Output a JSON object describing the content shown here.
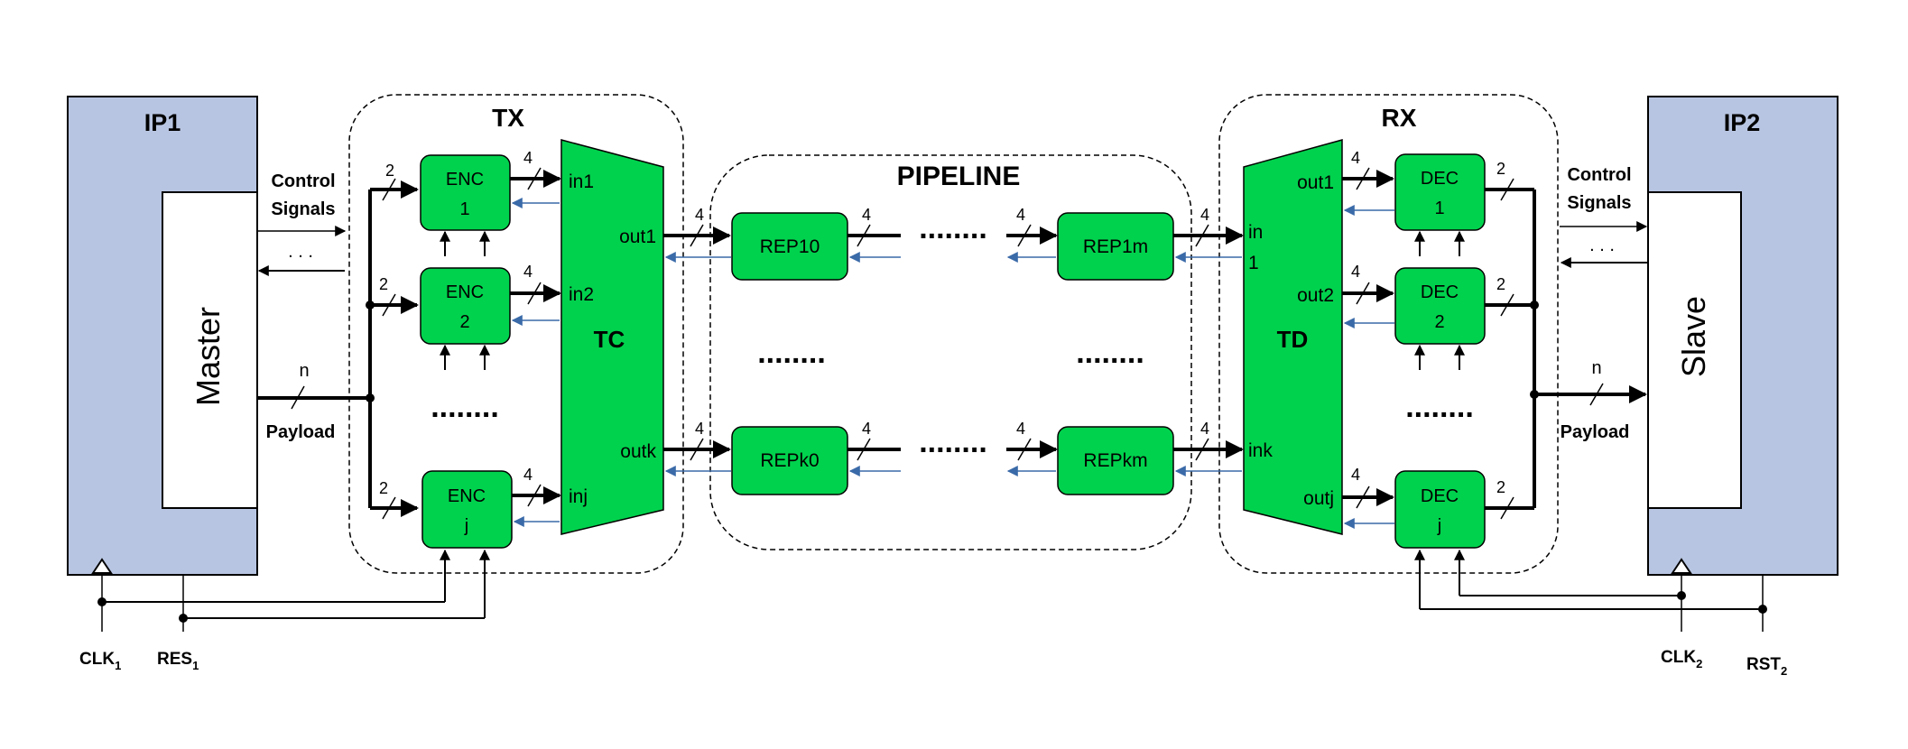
{
  "ip1": {
    "title": "IP1",
    "inner": "Master",
    "clk": "CLK",
    "clk_sub": "1",
    "res": "RES",
    "res_sub": "1"
  },
  "ip2": {
    "title": "IP2",
    "inner": "Slave",
    "clk": "CLK",
    "clk_sub": "2",
    "rst": "RST",
    "rst_sub": "2"
  },
  "signals": {
    "control_1": "Control",
    "control_2": "Signals",
    "ctrl_dots": ". . .",
    "payload": "Payload",
    "n": "n"
  },
  "tx": {
    "title": "TX",
    "tc": "TC",
    "enc": [
      {
        "name": "ENC",
        "idx": "1"
      },
      {
        "name": "ENC",
        "idx": "2"
      },
      {
        "name": "ENC",
        "idx": "j"
      }
    ],
    "in_ports": [
      "in1",
      "in2",
      "inj"
    ],
    "out_ports": [
      "out1",
      "outk"
    ],
    "dots": "........"
  },
  "pipeline": {
    "title": "PIPELINE",
    "reps": [
      "REP10",
      "REP1m",
      "REPk0",
      "REPkm"
    ],
    "dots": "........"
  },
  "rx": {
    "title": "RX",
    "td": "TD",
    "in_ports": [
      "in",
      "1",
      "ink"
    ],
    "out_ports": [
      "out1",
      "out2",
      "outj"
    ],
    "dec": [
      {
        "name": "DEC",
        "idx": "1"
      },
      {
        "name": "DEC",
        "idx": "2"
      },
      {
        "name": "DEC",
        "idx": "j"
      }
    ],
    "dots": "........"
  },
  "widths": {
    "w2": "2",
    "w4": "4"
  },
  "colors": {
    "ip_fill": "#b8c5e2",
    "block_green": "#00d24d",
    "feedback_blue": "#3a6aa8"
  }
}
